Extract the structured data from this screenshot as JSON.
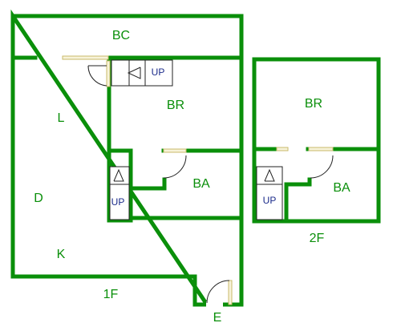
{
  "floor_1": {
    "level_label": "1F",
    "rooms": {
      "balcony": "BC",
      "living": "L",
      "dining": "D",
      "kitchen": "K",
      "bedroom": "BR",
      "bath": "BA"
    },
    "entrance_label": "E",
    "stairs": [
      {
        "label": "UP"
      },
      {
        "label": "UP"
      }
    ]
  },
  "floor_2": {
    "level_label": "2F",
    "rooms": {
      "bedroom": "BR",
      "bath": "BA"
    },
    "stairs": [
      {
        "label": "UP"
      }
    ]
  },
  "colors": {
    "wall": "#0a8f0a",
    "label": "#0a8f0a",
    "stair_text": "#1a2a8a",
    "door_leaf": "#f7f3d9"
  }
}
